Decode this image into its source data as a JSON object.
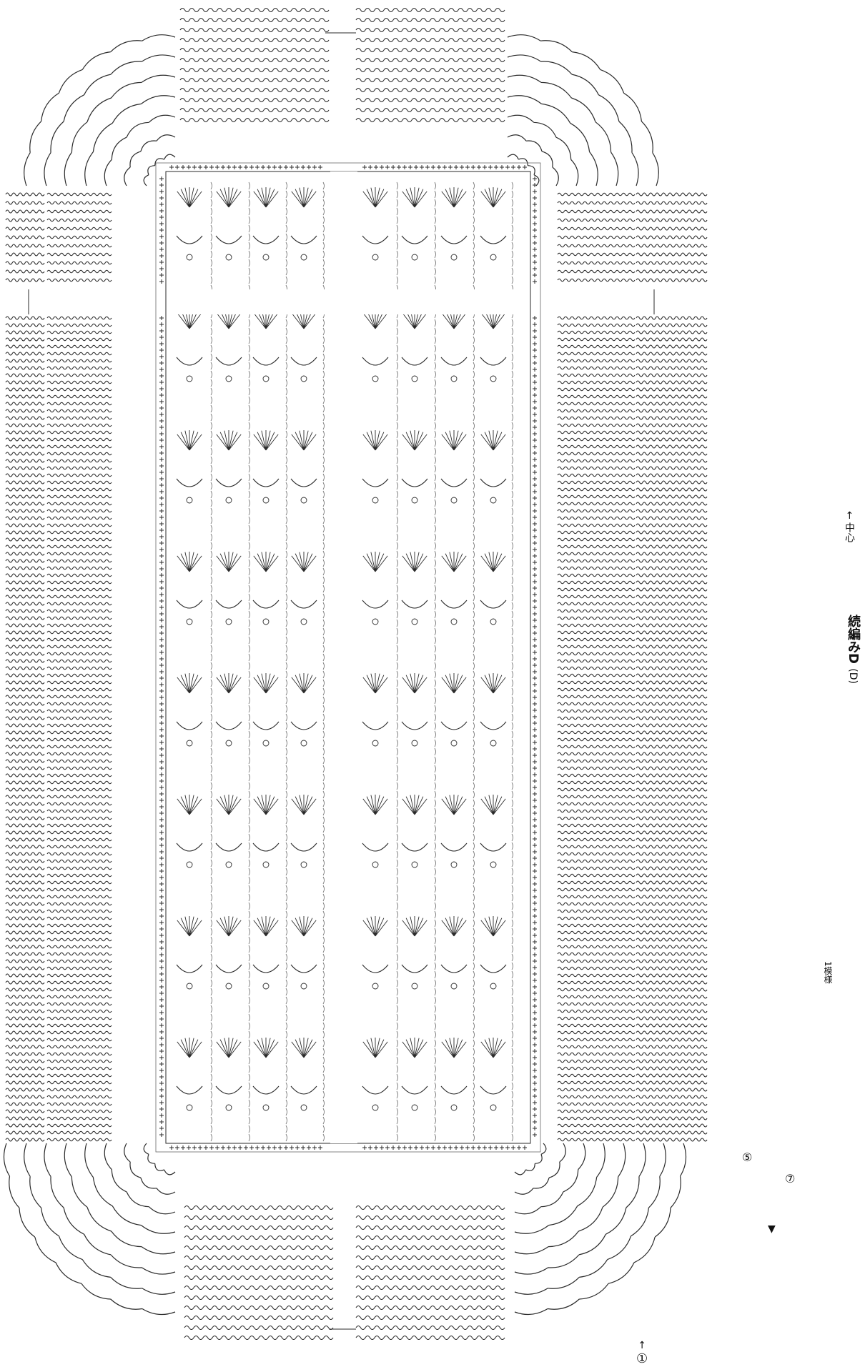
{
  "diagram": {
    "title": "続編みD",
    "title_suffix": "(D)",
    "center_label": "中心",
    "repeat_label": "1模様",
    "round_markers": [
      "①",
      "⑤",
      "⑦"
    ],
    "join_marker": "▼",
    "colors": {
      "ink": "#2a2a2a",
      "light_ink": "#666666",
      "paper": "#ffffff",
      "scan_tint": "#f2f2f2"
    }
  }
}
